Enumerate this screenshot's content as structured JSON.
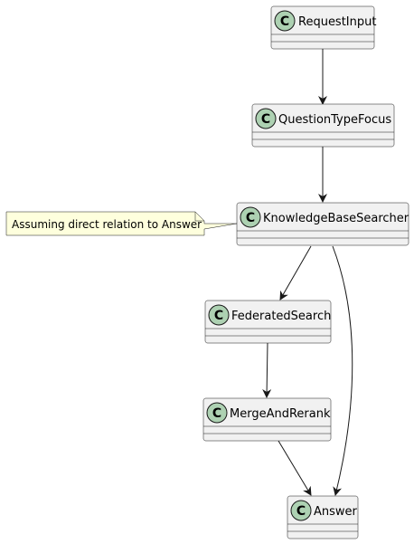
{
  "classes": {
    "request_input": "RequestInput",
    "question_type_focus": "QuestionTypeFocus",
    "knowledge_base_searcher": "KnowledgeBaseSearcher",
    "federated_search": "FederatedSearch",
    "merge_and_rerank": "MergeAndRerank",
    "answer": "Answer"
  },
  "badge_letter": "C",
  "note": {
    "text": "Assuming direct relation to Answer"
  },
  "colors": {
    "class_fill": "#F1F1F1",
    "class_border": "#181818",
    "badge_fill": "#ADD1B2",
    "note_fill": "#FEFFDD",
    "edge": "#181818"
  }
}
